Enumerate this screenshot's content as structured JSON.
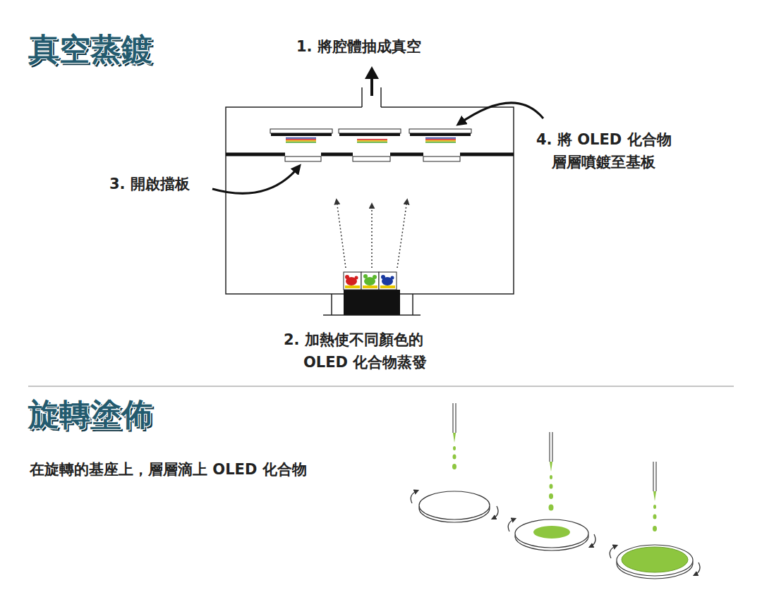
{
  "diagram": {
    "labels": [
      "真空蒸鍍",
      "1. 將腔體抽成真空",
      "4. 將 OLED 化合物 層層噴鍍至基板",
      "3. 開啟擋板",
      "2. 加熱使不同顏色的 OLED 化合物蒸發",
      "旋轉塗佈",
      "在旋轉的基座上，層層滴上 OLED 化合物"
    ]
  }
}
